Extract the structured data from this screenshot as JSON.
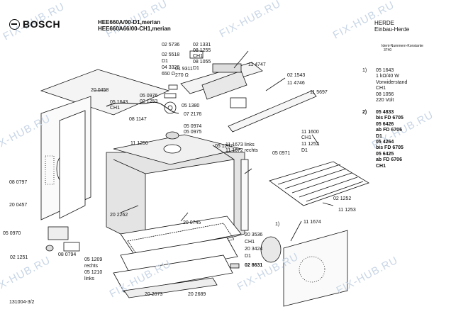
{
  "brand": "BOSCH",
  "header": {
    "model_1": "HEE660A/00-D1,merian",
    "model_2": "HEE660A66/00-CH1,merian",
    "cat_1": "HERDE",
    "cat_2": "Einbau-Herde",
    "ident": "Ident-Nummern-Konstante",
    "ident_num": "3740"
  },
  "footer": {
    "doc_number": "131004-3/2"
  },
  "watermark": "FIX-HUB.RU",
  "note_1": {
    "marker": "1)",
    "lines": [
      "05 1643",
      "1 kΩ/40 W",
      "Vorwiderstand",
      "CH1",
      "08 1056",
      "220 Volt"
    ]
  },
  "note_2": {
    "marker": "2)",
    "lines": [
      "05 4833",
      "bis FD 6705",
      "05 6426",
      "ab FD 6706",
      "D1",
      "05 4264",
      "bis FD 6705",
      "05 6425",
      "ab FD 6706",
      "CH1"
    ]
  },
  "labels": {
    "p025736": "02 5736",
    "p021331": "02 1331",
    "p081255": "08 1255",
    "p025518": "02 5518",
    "ch1a": "CH1",
    "p081055": "08 1055",
    "d1a": "D1",
    "p114747": "11 4747",
    "p043326": "04 3326",
    "p019311": "01 9311",
    "d1b": "D1",
    "p650": "650 Ω",
    "p270": "270 Ω",
    "p200458": "20 0458",
    "p021543": "02 1543",
    "p114746": "11 4746",
    "p115697": "11 5697",
    "p050976": "05 0976",
    "p051643": "05 1643",
    "p021253": "02 1253",
    "p051380": "05 1380",
    "ch1b": "CH1",
    "p072176": "07 2176",
    "p081147": "08 1147",
    "p050974": "05 0974",
    "p050975": "05 0975",
    "p111250": "11 1250",
    "p051207": "05 1207",
    "p111673": "11 1673 links",
    "p111672": "11 1672 rechts",
    "p111600": "11 1600",
    "ch1c": "CH1",
    "p111252": "11 1252",
    "d1c": "D1",
    "p050971": "05 0971",
    "p080797": "08 0797",
    "p200457": "20 0457",
    "p202262": "20 2262",
    "p200745": "20 0745",
    "p050970": "05 0970",
    "p080794": "08 0794",
    "p021251": "02 1251",
    "p203536": "20 3536",
    "ch1d": "CH1",
    "p203424": "20 3424",
    "d1d": "D1",
    "p028631": "02 8631",
    "p021252": "02 1252",
    "p111253": "11 1253",
    "p111674": "11 1674",
    "note1b": "1)",
    "p051209": "05 1209",
    "rechts": "rechts",
    "p051210": "05 1210",
    "links": "links",
    "p202073": "20 2073",
    "p202689": "20 2689"
  }
}
